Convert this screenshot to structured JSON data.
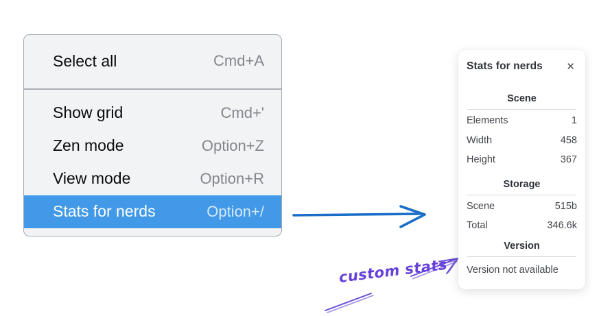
{
  "menu": {
    "items": [
      {
        "label": "Select all",
        "shortcut": "Cmd+A",
        "selected": false
      },
      {
        "label": "Show grid",
        "shortcut": "Cmd+'",
        "selected": false
      },
      {
        "label": "Zen mode",
        "shortcut": "Option+Z",
        "selected": false
      },
      {
        "label": "View mode",
        "shortcut": "Option+R",
        "selected": false
      },
      {
        "label": "Stats for nerds",
        "shortcut": "Option+/",
        "selected": true
      }
    ],
    "selected_item": "Stats for nerds"
  },
  "stats": {
    "title": "Stats for nerds",
    "sections": {
      "scene": {
        "heading": "Scene",
        "rows": [
          {
            "label": "Elements",
            "value": "1"
          },
          {
            "label": "Width",
            "value": "458"
          },
          {
            "label": "Height",
            "value": "367"
          }
        ]
      },
      "storage": {
        "heading": "Storage",
        "rows": [
          {
            "label": "Scene",
            "value": "515b"
          },
          {
            "label": "Total",
            "value": "346.6k"
          }
        ]
      },
      "version": {
        "heading": "Version",
        "note": "Version not available"
      }
    }
  },
  "annotation": {
    "label": "custom stats"
  },
  "icons": {
    "close": "✕"
  },
  "colors": {
    "menu_highlight": "#4199e7",
    "arrow_blue": "#1b6ec8",
    "annotation_violet": "#6a4ed4",
    "annotation_text": "#6741d9"
  }
}
